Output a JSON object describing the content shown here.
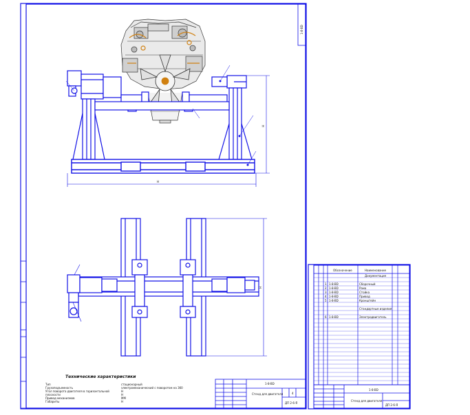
{
  "sheet1": {
    "doc_code": "1-8-BD",
    "title": "Стенд для двигателя",
    "sheet_code": "ДП 2-6-Я",
    "sheet_number": "4",
    "dim_width": "Н",
    "dim_height": "Н",
    "dim_plan": "Н",
    "tech": {
      "heading": "Технические характеристики",
      "labels": [
        "Тип",
        "Грузоподъемность",
        "Угол поворота двигателя в горизонтальной",
        "плоскости",
        "Привод механизмов",
        "Габариты"
      ],
      "values": [
        "стационарный",
        "электромеханический с поворотом на 360",
        "Н",
        "Н",
        "ММ",
        "Н"
      ]
    }
  },
  "sheet2": {
    "doc_code": "1-8-BD",
    "title": "Стенд для двигателя",
    "sheet_code": "ДП 2-6-Я",
    "col_designation": "Обозначение",
    "col_name": "Наименование",
    "section_header": "Документация",
    "rows": [
      {
        "pos": "1",
        "designation": "1-8-BD",
        "name": "Сборочный"
      },
      {
        "pos": "2",
        "designation": "1-8-BD",
        "name": "Рама"
      },
      {
        "pos": "3",
        "designation": "1-8-BD",
        "name": "Стойка"
      },
      {
        "pos": "4",
        "designation": "1-8-BD",
        "name": "Привод"
      },
      {
        "pos": "5",
        "designation": "1-8-BD",
        "name": "Кронштейн"
      },
      {
        "pos": "",
        "designation": "",
        "name": "Стандартные изделия"
      },
      {
        "pos": "6",
        "designation": "1-8-BD",
        "name": "Электродвигатель"
      }
    ]
  },
  "colors": {
    "frame": "#1010e6",
    "outline": "#222222",
    "accent": "#d08010"
  }
}
